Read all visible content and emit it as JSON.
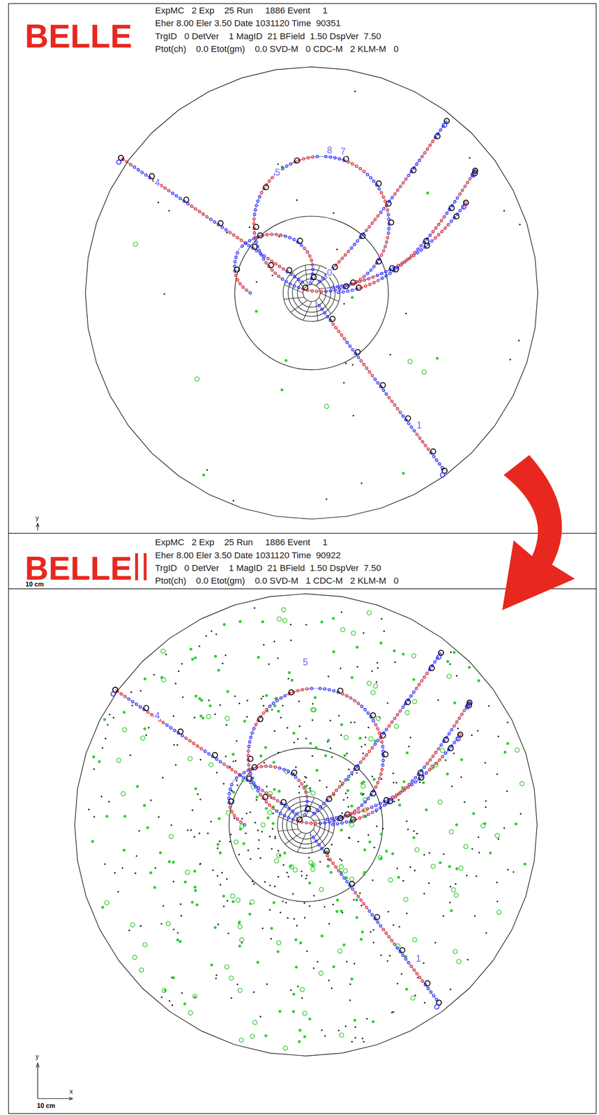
{
  "diagram": {
    "labels": [
      "BELLE",
      "ExpMC   2 Exp    25 Run     1886 Event     1",
      "Eher 8.00 Eler 3.50 Date 1031120 Time  90351",
      "TrgID   0 DetVer    1 MagID  21 BField  1.50 DspVer  7.50",
      "Ptot(ch)    0.0 Etot(gm)    0.0 SVD-M   0 CDC-M   2 KLM-M   0",
      "8",
      "7",
      "5",
      "0",
      "4",
      "1",
      "y",
      "10 cm",
      "BELLE",
      "ExpMC   2 Exp    25 Run     1886 Event     1",
      "Eher 8.00 Eler 3.50 Date 1031120 Time  90922",
      "TrgID   0 DetVer    1 MagID  21 BField  1.50 DspVer  7.50",
      "Ptot(ch)    0.0 Etot(gm)    0.0 SVD-M   1 CDC-M   2 KLM-M   0",
      "5",
      "4",
      "1",
      "y",
      "x",
      "10 cm"
    ]
  }
}
